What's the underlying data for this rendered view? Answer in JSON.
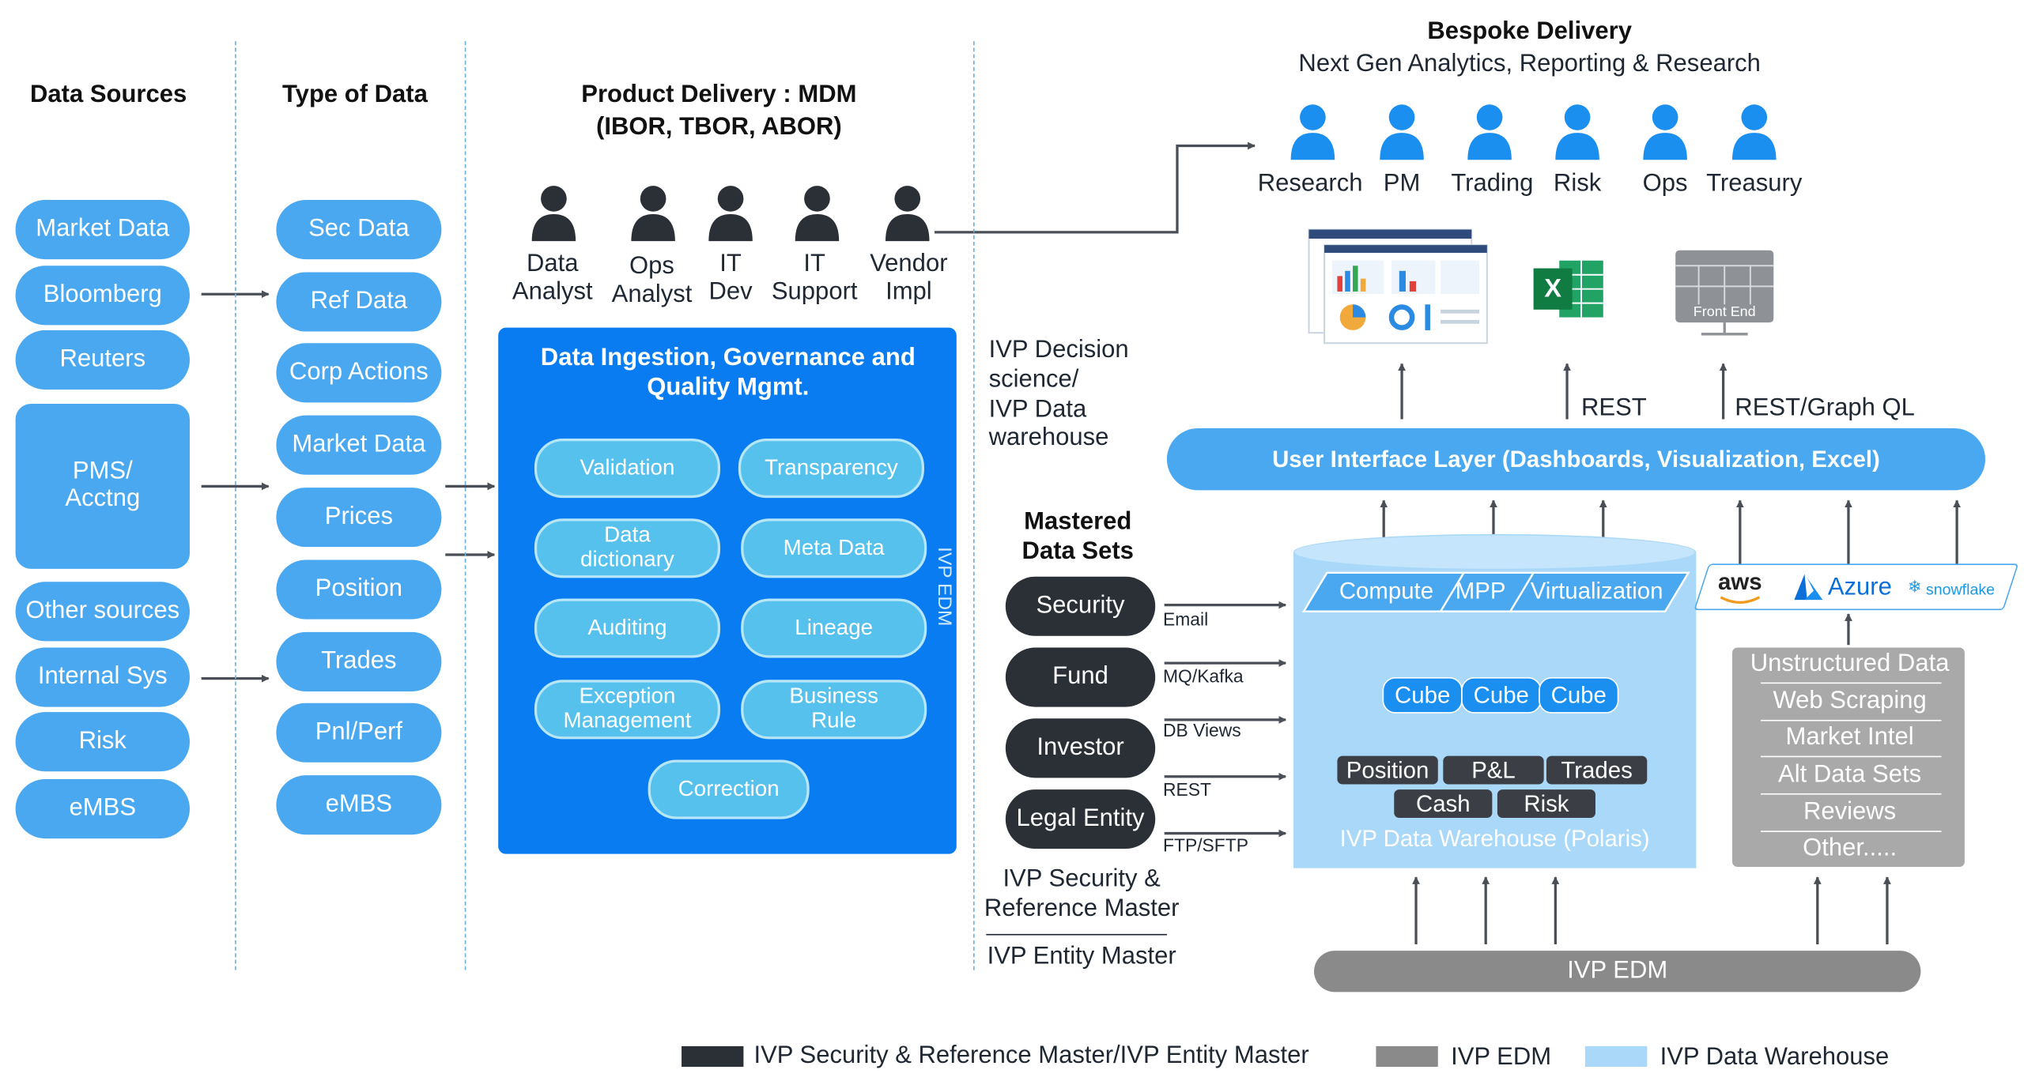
{
  "headers": {
    "data_sources": "Data Sources",
    "type_of_data": "Type of Data",
    "product_delivery_line1": "Product Delivery : MDM",
    "product_delivery_line2": "(IBOR, TBOR, ABOR)",
    "bespoke_title": "Bespoke Delivery",
    "bespoke_subtitle": "Next Gen Analytics, Reporting & Research"
  },
  "data_sources": [
    "Market Data",
    "Bloomberg",
    "Reuters",
    "PMS/\nAcctng",
    "Other sources",
    "Internal Sys",
    "Risk",
    "eMBS"
  ],
  "types_of_data": [
    "Sec Data",
    "Ref Data",
    "Corp Actions",
    "Market Data",
    "Prices",
    "Position",
    "Trades",
    "Pnl/Perf",
    "eMBS"
  ],
  "mdm_roles": [
    "Data\nAnalyst",
    "Ops\nAnalyst",
    "IT\nDev",
    "IT\nSupport",
    "Vendor\nImpl"
  ],
  "edm_box": {
    "title": "Data Ingestion, Governance and Quality Mgmt.",
    "side_label": "IVP EDM",
    "items": [
      "Validation",
      "Transparency",
      "Data\ndictionary",
      "Meta Data",
      "Auditing",
      "Lineage",
      "Exception\nManagement",
      "Business\nRule",
      "Correction"
    ]
  },
  "decision_science": "IVP Decision\nscience/\nIVP Data\nwarehouse",
  "mastered": {
    "title": "Mastered\nData Sets",
    "items": [
      "Security",
      "Fund",
      "Investor",
      "Legal Entity"
    ],
    "channels": [
      "Email",
      "MQ/Kafka",
      "DB Views",
      "REST",
      "FTP/SFTP"
    ],
    "footer1": "IVP Security &\nReference Master",
    "footer2": "IVP Entity Master"
  },
  "bespoke_roles": [
    "Research",
    "PM",
    "Trading",
    "Risk",
    "Ops",
    "Treasury"
  ],
  "apps": {
    "front_end_label": "Front End",
    "excel_letter": "X",
    "rest_label": "REST",
    "rest_graphql_label": "REST/Graph QL"
  },
  "ui_layer": "User Interface Layer (Dashboards, Visualization, Excel)",
  "warehouse": {
    "banner": [
      "Compute",
      "MPP",
      "Virtualization"
    ],
    "cubes": [
      "Cube",
      "Cube",
      "Cube"
    ],
    "chips_row1": [
      "Position",
      "P&L",
      "Trades"
    ],
    "chips_row2": [
      "Cash",
      "Risk"
    ],
    "label": "IVP Data Warehouse (Polaris)"
  },
  "cloud": {
    "aws": "aws",
    "azure": "Azure",
    "snowflake": "snowflake"
  },
  "unstructured": [
    "Unstructured Data",
    "Web Scraping",
    "Market Intel",
    "Alt Data Sets",
    "Reviews",
    "Other....."
  ],
  "edm_bar": "IVP EDM",
  "legend": [
    {
      "label": "IVP Security & Reference Master/IVP Entity Master",
      "color": "#2b2f36"
    },
    {
      "label": "IVP EDM",
      "color": "#8a8a8a"
    },
    {
      "label": "IVP Data Warehouse",
      "color": "#a9d8f8"
    }
  ],
  "colors": {
    "pill_blue": "#4aa8f0",
    "edm_blue": "#0a7cf2",
    "inner_pill": "#56c1ec",
    "dark": "#2b2f36",
    "warehouse": "#a9d8f8",
    "gray": "#8a8a8a",
    "person": "#1a8ff0"
  }
}
